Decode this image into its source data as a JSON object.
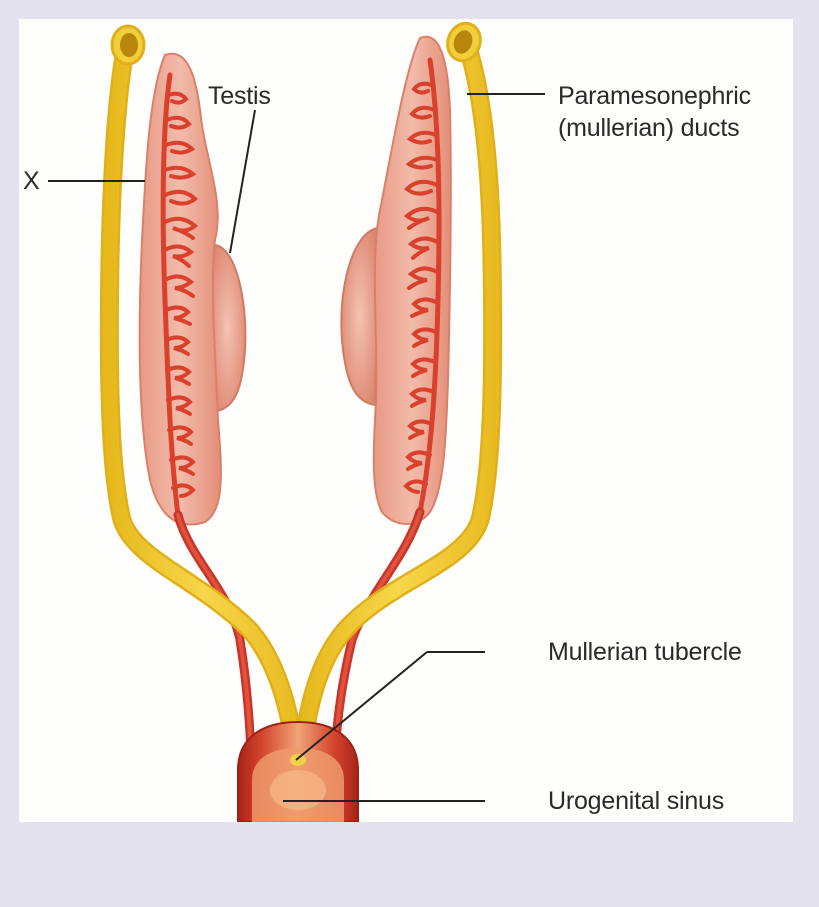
{
  "figure": {
    "background_color": "#e3e2ee",
    "panel_color": "#fefefc",
    "colors": {
      "paramesonephric_duct": "#f2c92e",
      "mesonephric_tubules": "#d9402e",
      "testis_tissue": "#e8a08c",
      "urogenital_sinus": "#c0352a",
      "leader_line": "#222222"
    },
    "labels": {
      "x": "X",
      "testis": "Testis",
      "paramesonephric_line1": "Paramesonephric",
      "paramesonephric_line2": "(mullerian) ducts",
      "mullerian_tubercle": "Mullerian tubercle",
      "urogenital_sinus": "Urogenital sinus"
    }
  }
}
